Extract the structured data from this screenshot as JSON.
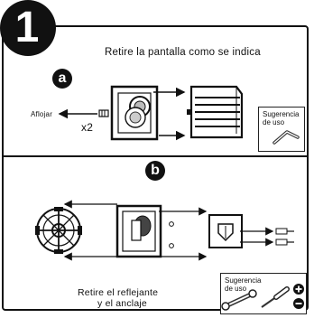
{
  "step": {
    "number": "1"
  },
  "section_a": {
    "badge": "a",
    "instruction": "Retire la pantalla como se indica",
    "loosen_label": "Aflojar",
    "quantity_label": "x2",
    "tip": {
      "title": "Sugerencia de uso",
      "icon": "hex-key-icon"
    }
  },
  "section_b": {
    "badge": "b",
    "caption_line1": "Retire el reflejante",
    "caption_line2": "y el anclaje",
    "tip": {
      "title": "Sugerencia de uso",
      "icons": [
        "wrench-icon",
        "screwdriver-icon",
        "plus-icon",
        "minus-icon"
      ]
    }
  }
}
